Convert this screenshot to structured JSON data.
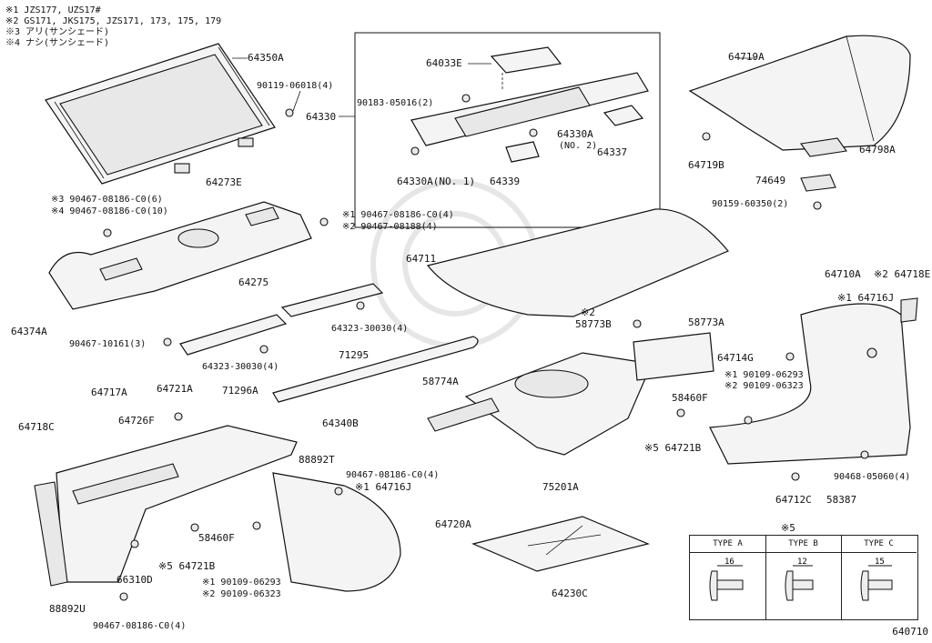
{
  "notes": [
    "※1 JZS177, UZS17#",
    "※2 GS171, JKS175, JZS171, 173, 175, 179",
    "※3 アリ(サンシェード)",
    "※4 ナシ(サンシェード)"
  ],
  "labels": {
    "p64350A": "64350A",
    "p90119": "90119-06018(4)",
    "p64033E": "64033E",
    "p90183": "90183-05016(2)",
    "p64330": "64330",
    "p64330A2": "64330A",
    "p64330A2n": "(NO. 2)",
    "p64337": "64337",
    "p64330A1": "64330A(NO. 1)",
    "p64339": "64339",
    "p64719A": "64719A",
    "p64719B": "64719B",
    "p64798A": "64798A",
    "p74649": "74649",
    "p90159": "90159-60350(2)",
    "p64273E": "64273E",
    "p90467_c0_6": "※3 90467-08186-C0(6)",
    "p90467_c0_10": "※4 90467-08186-C0(10)",
    "p90467_c0_4a": "※1 90467-08186-C0(4)",
    "p90467_8188": "※2 90467-08188(4)",
    "p64275": "64275",
    "p64711": "64711",
    "p64710A": "64710A",
    "p64718E": "※2 64718E",
    "p64716Ja": "※1 64716J",
    "p64374A": "64374A",
    "p90467_10161": "90467-10161(3)",
    "p64323a": "64323-30030(4)",
    "p71295": "71295",
    "p64323b": "64323-30030(4)",
    "p71296A": "71296A",
    "p58773B_n": "※2",
    "p58773B": "58773B",
    "p58773A": "58773A",
    "p64714G": "64714G",
    "p90109_a": "※1 ",
    "p90109_hl": "90109-06293",
    "p90109_b": "※2 90109-06323",
    "p58460Fa": "58460F",
    "p64721Ba": "※5 64721B",
    "p64717A": "64717A",
    "p64721A": "64721A",
    "p64726F": "64726F",
    "p64718C": "64718C",
    "p64340B": "64340B",
    "p58774A": "58774A",
    "p75201A": "75201A",
    "p88892T": "88892T",
    "p90467_c0_4b": "90467-08186-C0(4)",
    "p64716Jb": "※1 64716J",
    "p64720A": "64720A",
    "p58460Fb": "58460F",
    "p64721Bb": "※5 64721B",
    "p90109_c": "※1 90109-06293",
    "p90109_d": "※2 90109-06323",
    "p66310D": "66310D",
    "p88892U": "88892U",
    "p90467_c0_4c": "90467-08186-C0(4)",
    "p64230C": "64230C",
    "p90468": "90468-05060(4)",
    "p64712C": "64712C",
    "p58387": "58387"
  },
  "legend": {
    "title": "※5",
    "types": [
      {
        "name": "TYPE A",
        "dim": "16"
      },
      {
        "name": "TYPE B",
        "dim": "12"
      },
      {
        "name": "TYPE C",
        "dim": "15"
      }
    ]
  },
  "figure_code": "640710"
}
